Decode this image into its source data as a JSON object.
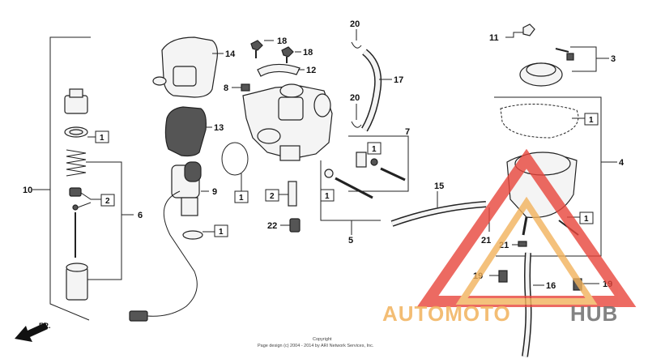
{
  "diagram": {
    "callouts": [
      "1",
      "2",
      "3",
      "4",
      "5",
      "6",
      "7",
      "8",
      "9",
      "10",
      "11",
      "12",
      "13",
      "14",
      "15",
      "16",
      "17",
      "18",
      "19",
      "20",
      "21",
      "22"
    ],
    "boxed_ref_1": "1",
    "boxed_ref_2": "2",
    "direction_label": "FR.",
    "copyright_line1": "Copyright",
    "copyright_line2": "Page design (c) 2004 - 2014 by ARI Network Services, Inc."
  },
  "watermark": {
    "brand_part1": "AUTOMOTO",
    "brand_part2": "HUB",
    "color_primary": "#e8463c",
    "color_secondary": "#f2b25c",
    "color_dark": "#6e6e6e"
  }
}
